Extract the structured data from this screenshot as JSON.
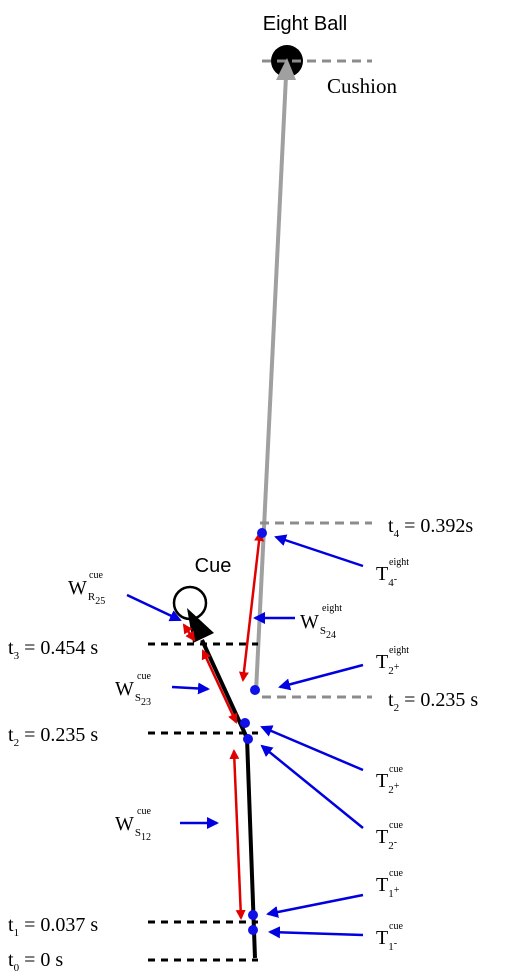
{
  "labels": {
    "eight_ball": "Eight Ball",
    "cushion": "Cushion",
    "cue": "Cue"
  },
  "times": [
    {
      "base": "t",
      "index": "4",
      "value": " =  0.392s"
    },
    {
      "base": "t",
      "index": "3",
      "value": " = 0.454 s"
    },
    {
      "base": "t",
      "index": "2",
      "value": " = 0.235 s"
    },
    {
      "base": "t",
      "index": "2",
      "value": " = 0.235 s"
    },
    {
      "base": "t",
      "index": "1",
      "value": " = 0.037 s"
    },
    {
      "base": "t",
      "index": "0",
      "value": " = 0 s"
    }
  ],
  "transitions": [
    {
      "base": "T",
      "sub": "4",
      "sign": "-",
      "ball": "eight"
    },
    {
      "base": "T",
      "sub": "2",
      "sign": "+",
      "ball": "eight"
    },
    {
      "base": "T",
      "sub": "2",
      "sign": "+",
      "ball": "cue"
    },
    {
      "base": "T",
      "sub": "2",
      "sign": "-",
      "ball": "cue"
    },
    {
      "base": "T",
      "sub": "1",
      "sign": "+",
      "ball": "cue"
    },
    {
      "base": "T",
      "sub": "1",
      "sign": "-",
      "ball": "cue"
    }
  ],
  "works": [
    {
      "base": "W",
      "sub_letter": "R",
      "sub_index": "25",
      "ball": "cue"
    },
    {
      "base": "W",
      "sub_letter": "S",
      "sub_index": "24",
      "ball": "eight"
    },
    {
      "base": "W",
      "sub_letter": "S",
      "sub_index": "23",
      "ball": "cue"
    },
    {
      "base": "W",
      "sub_letter": "S",
      "sub_index": "12",
      "ball": "cue"
    }
  ],
  "colors": {
    "red": "#e00000",
    "blue": "#1010e8",
    "grey": "#a0a0a0",
    "black": "#000000"
  }
}
